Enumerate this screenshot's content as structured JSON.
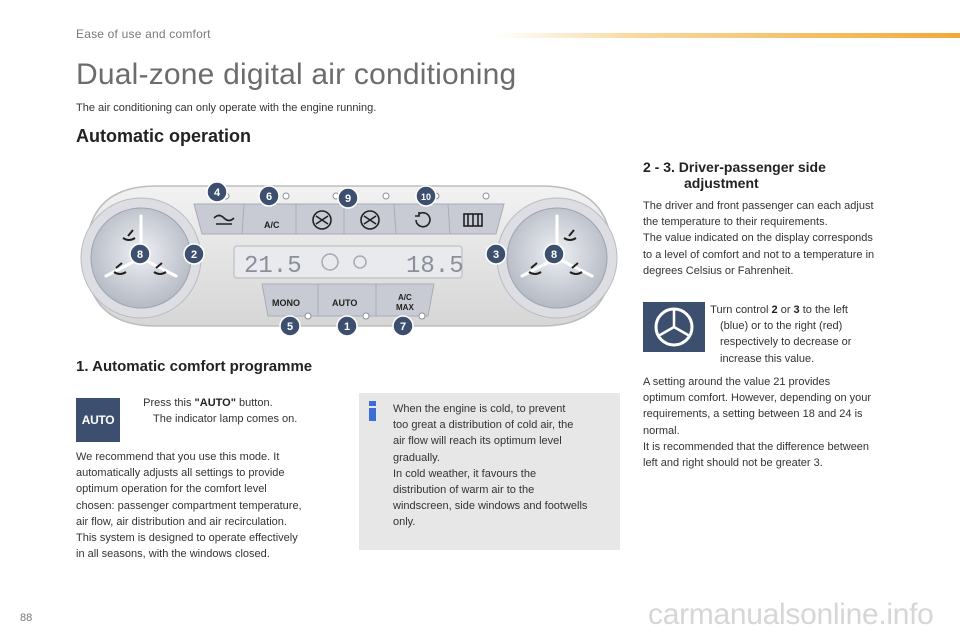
{
  "header": {
    "section": "Ease of use and comfort"
  },
  "title": "Dual-zone digital air conditioning",
  "intro": "The air conditioning can only operate with the engine running.",
  "automatic_operation": {
    "heading": "Automatic operation"
  },
  "panel": {
    "callouts": [
      "4",
      "6",
      "9",
      "10",
      "8",
      "2",
      "3",
      "8",
      "5",
      "1",
      "7"
    ],
    "display": {
      "left_temp": "21.5",
      "right_temp": "18.5"
    },
    "buttons": {
      "ac": "A/C",
      "mono": "MONO",
      "auto": "AUTO",
      "ac_max_1": "A/C",
      "ac_max_2": "MAX"
    }
  },
  "program": {
    "heading": "1. Automatic comfort programme",
    "auto_button_label": "AUTO",
    "bullet": "",
    "step_prefix": "Press this ",
    "step_bold": "\"AUTO\"",
    "step_suffix": " button.",
    "step_line2": "The indicator lamp comes on.",
    "para": [
      "We recommend that you use this mode. It",
      "automatically adjusts all settings to provide",
      "optimum operation for the comfort level",
      "chosen: passenger compartment temperature,",
      "air flow, air distribution and air recirculation.",
      "This system is designed to operate effectively",
      "in all seasons, with the windows closed."
    ]
  },
  "info_box": {
    "icon": "info-icon",
    "lines": [
      "When the engine is cold, to prevent",
      "too great a distribution of cold air, the",
      "air flow will reach its optimum level",
      "gradually.",
      "In cold weather, it favours the",
      "distribution of warm air to the",
      "windscreen, side windows and footwells",
      "only."
    ]
  },
  "side": {
    "heading_line1": "2 - 3. Driver-passenger side",
    "heading_line2": "adjustment",
    "para1": [
      "The driver and front passenger can each adjust",
      "the temperature to their requirements.",
      "The value indicated on the display corresponds",
      "to a level of comfort and not to a temperature in",
      "degrees Celsius or Fahrenheit."
    ],
    "bullet": "",
    "step": {
      "pre": "Turn control ",
      "b1": "2",
      "mid": " or ",
      "b2": "3",
      "post": " to the left",
      "line2": "(blue) or to the right (red)",
      "line3": "respectively to decrease or",
      "line4": "increase this value."
    },
    "para2": [
      "A setting around the value 21 provides",
      "optimum comfort. However, depending on your",
      "requirements, a setting between 18 and 24 is",
      "normal.",
      "It is recommended that the difference between",
      "left and right should not be greater 3."
    ]
  },
  "footer": {
    "page_number": "88",
    "watermark": "carmanualsonline.info"
  }
}
